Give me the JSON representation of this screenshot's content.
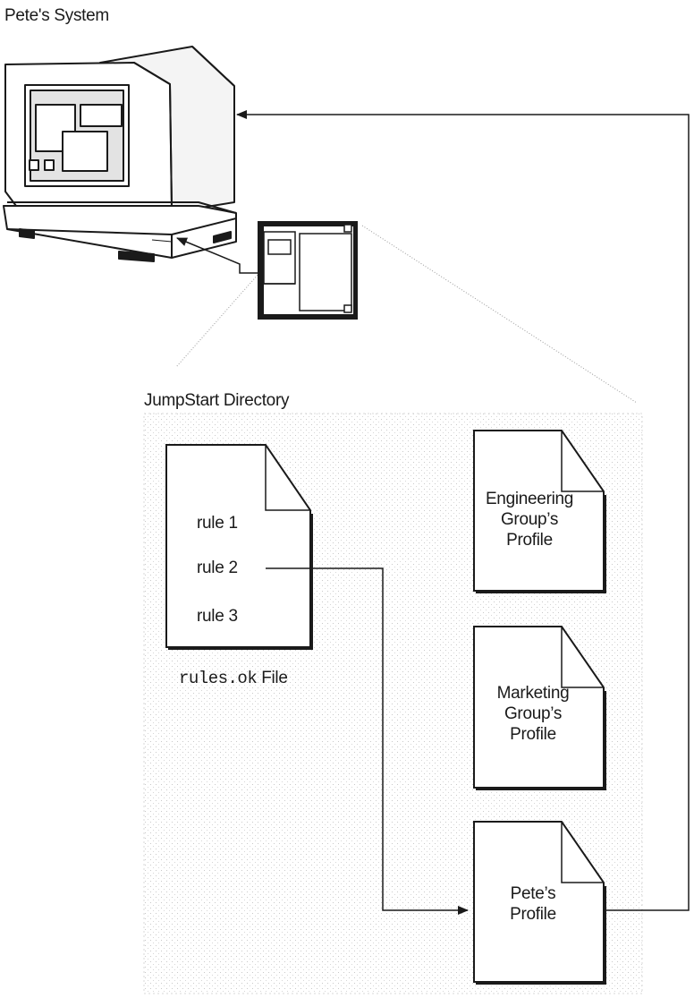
{
  "system": {
    "title": "Pete's System"
  },
  "directory": {
    "title": "JumpStart Directory"
  },
  "rules_file": {
    "rules": [
      "rule 1",
      "rule 2",
      "rule 3"
    ],
    "caption_mono": "rules.ok",
    "caption_text": " File"
  },
  "profiles": {
    "engineering": [
      "Engineering",
      "Group’s",
      "Profile"
    ],
    "marketing": [
      "Marketing",
      "Group’s",
      "Profile"
    ],
    "pete": [
      "Pete’s",
      "Profile"
    ]
  }
}
